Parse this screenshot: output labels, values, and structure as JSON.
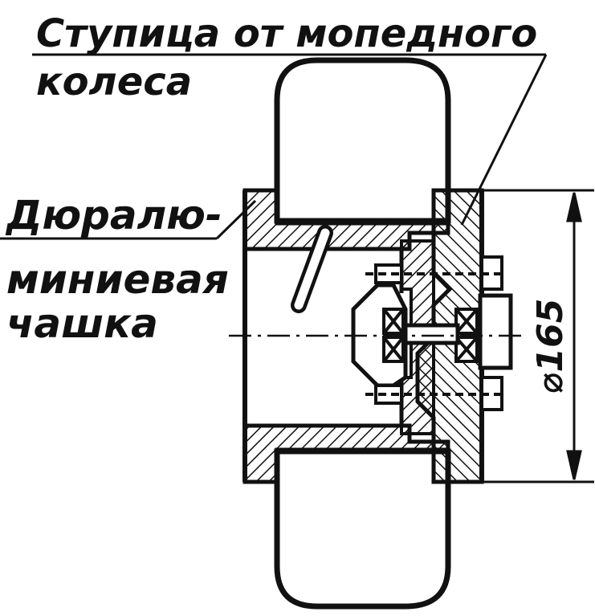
{
  "labels": {
    "hub_line1": "Ступица от мопедного",
    "hub_line2": "колеса",
    "cup_line1": "Дюралю-",
    "cup_line2": "миниевая",
    "cup_line3": "чашка",
    "diameter": "⌀165"
  },
  "colors": {
    "ink": "#111111",
    "paper": "#ffffff"
  }
}
